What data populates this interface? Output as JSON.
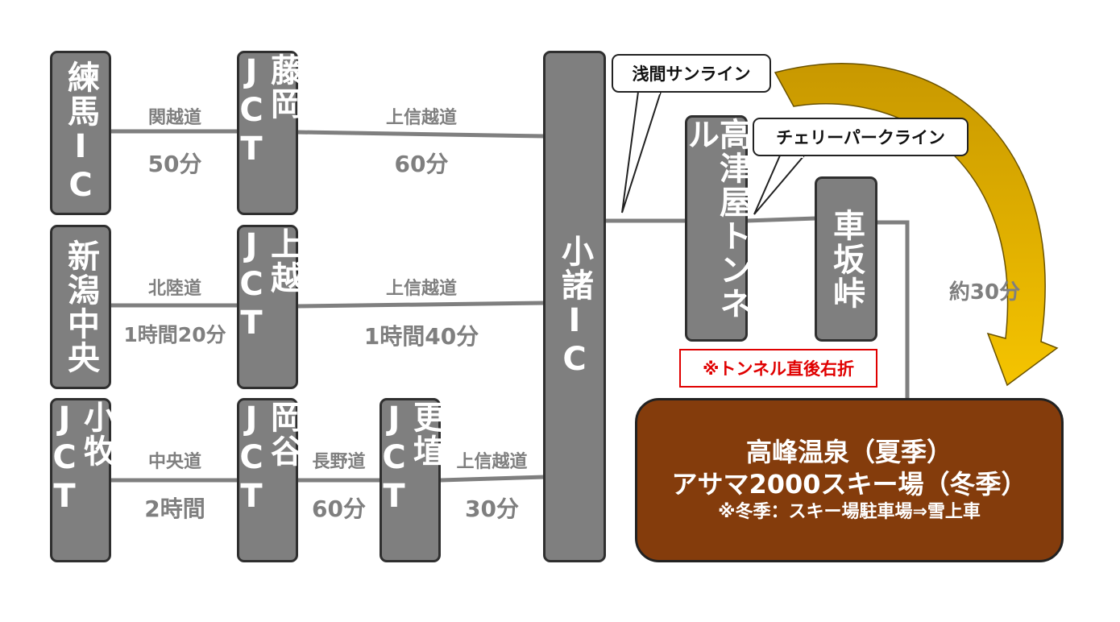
{
  "origins": [
    {
      "name": "練馬IC"
    },
    {
      "name": "新潟中央"
    },
    {
      "name": "小牧JCT"
    }
  ],
  "junctions": {
    "fujioka": "藤岡JCT",
    "joetsu": "上越JCT",
    "okaya": "岡谷JCT",
    "koshoku": "更埴JCT",
    "komoro": "小諸IC",
    "takatsuya": "高津屋トンネル",
    "kurumazaka": "車坂峠"
  },
  "routes": {
    "r1a": {
      "road": "関越道",
      "time": "50分"
    },
    "r1b": {
      "road": "上信越道",
      "time": "60分"
    },
    "r2a": {
      "road": "北陸道",
      "time": "1時間20分"
    },
    "r2b": {
      "road": "上信越道",
      "time": "1時間40分"
    },
    "r3a": {
      "road": "中央道",
      "time": "2時間"
    },
    "r3b": {
      "road": "長野道",
      "time": "60分"
    },
    "r3c": {
      "road": "上信越道",
      "time": "30分"
    }
  },
  "callouts": {
    "asama": "浅間サンライン",
    "cherry": "チェリーパークライン"
  },
  "note": "※トンネル直後右折",
  "shortcut_time": "約30分",
  "destination": {
    "line1": "高峰温泉（夏季）",
    "line2": "アサマ2000スキー場（冬季）",
    "line3": "※冬季：スキー場駐車場⇒雪上車"
  },
  "colors": {
    "box_fill": "#7f7f7f",
    "box_border": "#2f2f2f",
    "line": "#7f7f7f",
    "label": "#7f7f7f",
    "destination_fill": "#843c0c",
    "arrow": "#e8b400",
    "note": "#e00000"
  }
}
